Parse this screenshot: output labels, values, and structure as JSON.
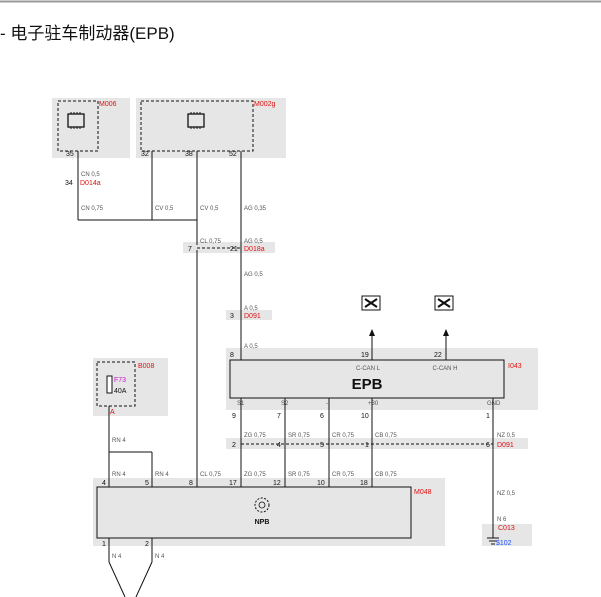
{
  "title": "- 电子驻车制动器(EPB)",
  "modules": {
    "m006": "M006",
    "m002g": "M002g",
    "b008": "B008",
    "i043": "I043",
    "m048": "M048",
    "epb_name": "EPB",
    "npb_name": "NPB"
  },
  "fuse": {
    "name": "F73",
    "rating": "40A",
    "pin": "A"
  },
  "connectors": {
    "d014a": "D014a",
    "d014a_pin": "34",
    "d018a": "D018a",
    "d018a_pin_a": "7",
    "d018a_pin_b": "21",
    "d091_top": "D091",
    "d091_top_pin": "3",
    "d091_bottom": "D091",
    "c013": "C013",
    "ground": "$102"
  },
  "pins": {
    "m006": [
      "35"
    ],
    "m002g": [
      "32",
      "38",
      "52"
    ],
    "epb_top": [
      "8",
      "19",
      "22"
    ],
    "epb_bottom": [
      "9",
      "7",
      "6",
      "10",
      "1"
    ],
    "d091_row": [
      "2",
      "4",
      "5",
      "1",
      "6"
    ],
    "m048": [
      "4",
      "5",
      "8",
      "17",
      "12",
      "10",
      "18"
    ],
    "m048_bottom": [
      "1",
      "2"
    ]
  },
  "epb_labels": {
    "ccan_l": "C-CAN L",
    "ccan_h": "C-CAN H",
    "s1": "S1",
    "s2": "S2",
    "minus": "-",
    "plus30": "+30",
    "gnd": "GND"
  },
  "wires": {
    "cn05": "CN 0,5",
    "cn075": "CN 0,75",
    "cv05_a": "CV 0,5",
    "cv05_b": "CV 0,5",
    "ag035": "AG 0,35",
    "cl075_top": "CL 0,75",
    "ag05_a": "AG 0,5",
    "ag05_b": "AG 0,5",
    "a05_a": "A 0,5",
    "a05_b": "A 0,5",
    "rn4_a": "RN 4",
    "rn4_b": "RN 4",
    "rn4_c": "RN 4",
    "cl075_bottom": "CL 0,75",
    "zg075_a": "ZG 0,75",
    "sr075_a": "SR 0,75",
    "cr075_a": "CR 0,75",
    "cb075_a": "CB 0,75",
    "zg075_b": "ZG 0,75",
    "sr075_b": "SR 0,75",
    "cr075_b": "CR 0,75",
    "cb075_b": "CB 0,75",
    "nz05_a": "NZ 0,5",
    "nz05_b": "NZ 0,5",
    "n6": "N 6",
    "n4_a": "N 4",
    "n4_b": "N 4"
  },
  "colors": {
    "ref": "#e01010",
    "fuse": "#d010d0",
    "ground": "#2050ff",
    "panel": "#e6e6e6"
  }
}
